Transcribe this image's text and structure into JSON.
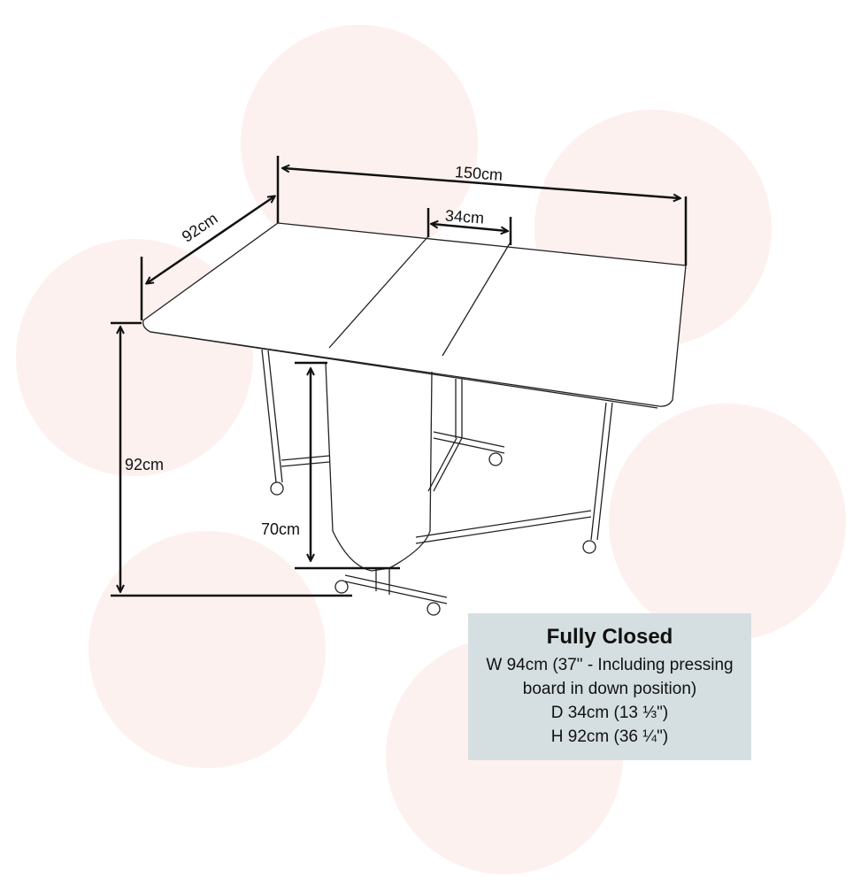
{
  "dimensions": {
    "width_label": "150cm",
    "depth_label": "92cm",
    "leaf_width_label": "34cm",
    "height_label": "92cm",
    "board_height_label": "70cm"
  },
  "info_box": {
    "title": "Fully Closed",
    "lines": [
      "W 94cm (37\" - Including pressing",
      "board in down position)",
      "D 34cm (13 ⅓\")",
      "H 92cm (36 ¼\")"
    ]
  },
  "background_icons": [
    "sewing-machine-icon",
    "thread-spool-icon",
    "storage-drawer-icon",
    "wrench-tools-icon",
    "sewing-machine-icon",
    "handshake-icon"
  ],
  "colors": {
    "circle": "#fdf1ef",
    "info_box": "#d5dfe1",
    "line": "#111111"
  }
}
